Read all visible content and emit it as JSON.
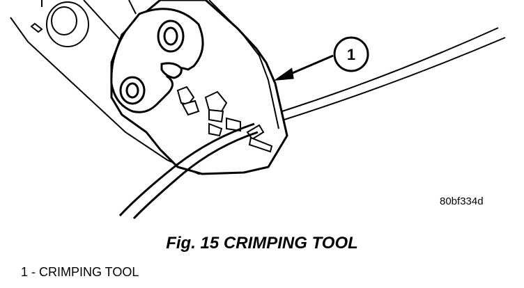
{
  "figure": {
    "callout_number": "1",
    "figure_id": "80bf334d",
    "caption": "Fig. 15 CRIMPING TOOL",
    "legend": "1 - CRIMPING TOOL"
  }
}
